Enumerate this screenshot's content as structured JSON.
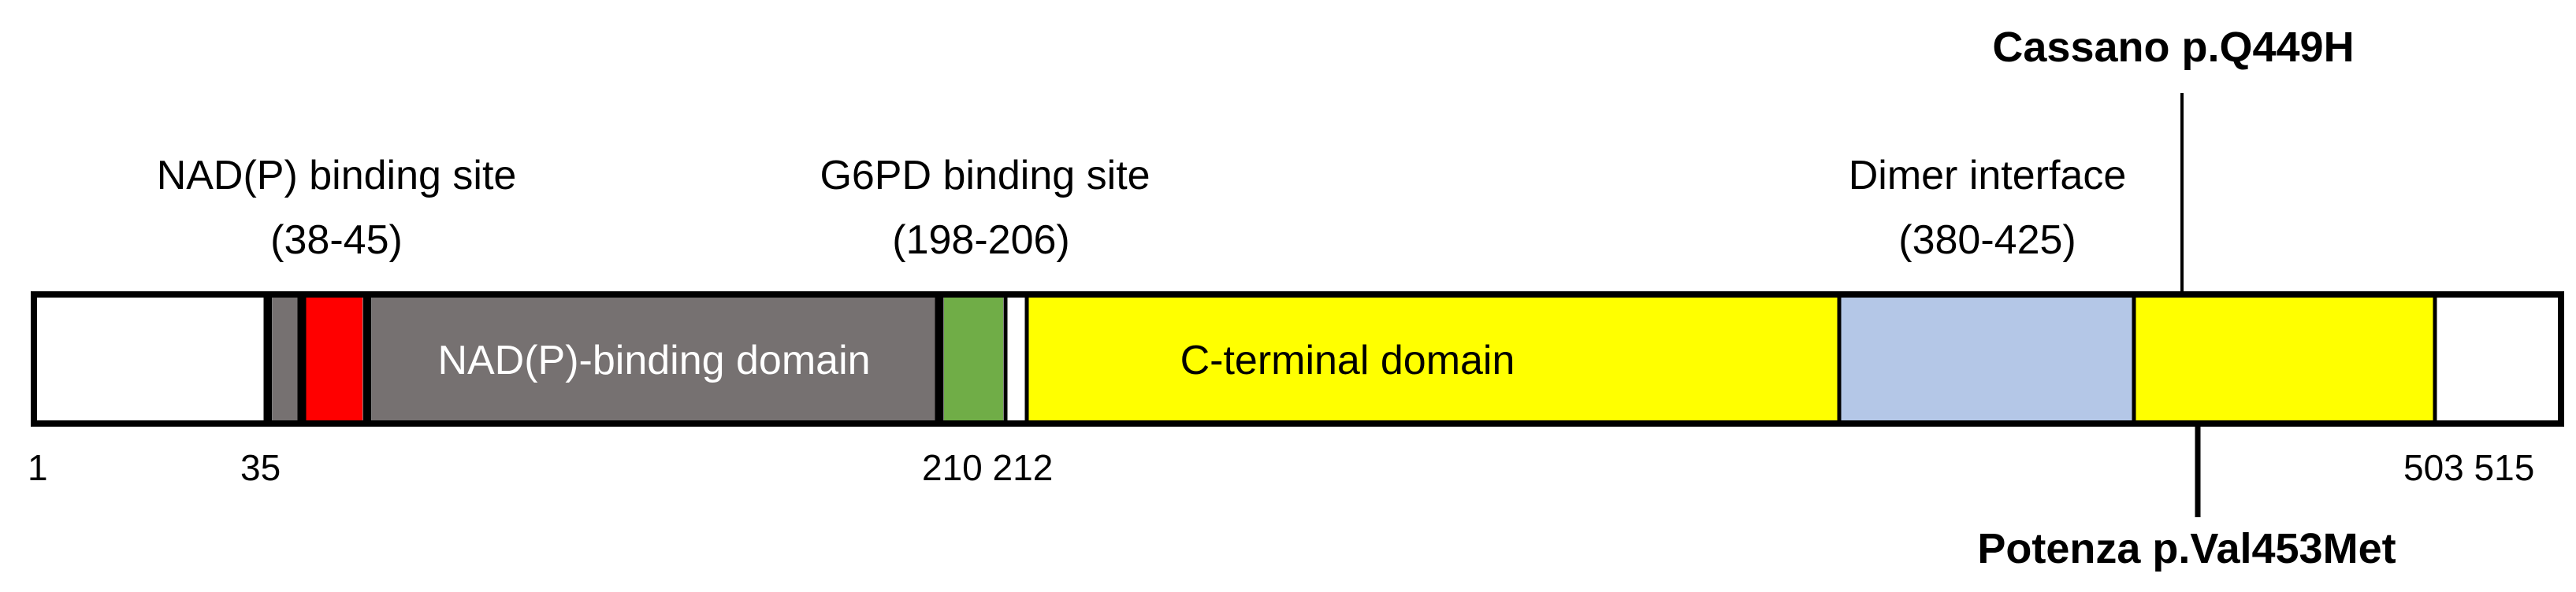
{
  "protein_length": 515,
  "segments": [
    {
      "name": "n-terminal-region",
      "color": "#ffffff"
    },
    {
      "name": "pre-site-region",
      "color": "#767171"
    },
    {
      "name": "nadp-binding-site",
      "color": "#ff0000"
    },
    {
      "name": "nadp-binding-domain",
      "color": "#767171",
      "label": "NAD(P)-binding domain",
      "text_color": "#ffffff"
    },
    {
      "name": "g6pd-binding-site",
      "color": "#70ad47"
    },
    {
      "name": "linker-region",
      "color": "#ffffff"
    },
    {
      "name": "c-terminal-domain",
      "color": "#ffff00",
      "label": "C-terminal domain",
      "text_color": "#000000"
    },
    {
      "name": "dimer-interface",
      "color": "#b4c7e7"
    },
    {
      "name": "c-terminal-domain-2",
      "color": "#ffff00"
    },
    {
      "name": "c-terminal-tail",
      "color": "#ffffff"
    }
  ],
  "site_labels": [
    {
      "name": "nadp-binding-site-label",
      "title": "NAD(P) binding site",
      "range": "(38-45)"
    },
    {
      "name": "g6pd-binding-site-label",
      "title": "G6PD binding site",
      "range": "(198-206)"
    },
    {
      "name": "dimer-interface-label",
      "title": "Dimer interface",
      "range": "(380-425)"
    }
  ],
  "positions": [
    "1",
    "35",
    "210 212",
    "503 515"
  ],
  "variants": [
    {
      "name": "cassano-variant",
      "label": "Cassano p.Q449H",
      "side": "top"
    },
    {
      "name": "potenza-variant",
      "label": "Potenza p.Val453Met",
      "side": "bottom"
    }
  ]
}
